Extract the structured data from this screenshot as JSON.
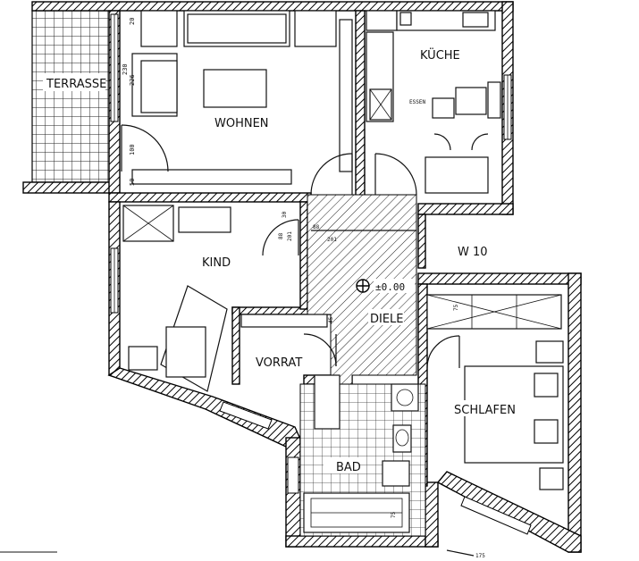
{
  "plan": {
    "apartment_label": "W 10",
    "level_label": "±0.00",
    "rooms": {
      "terrasse": "TERRASSE",
      "wohnen": "WOHNEN",
      "kuche": "KÜCHE",
      "kind": "KIND",
      "diele": "DIELE",
      "vorrat": "VORRAT",
      "schlafen": "SCHLAFEN",
      "bad": "BAD"
    },
    "annotations": {
      "essen": "ESSEN",
      "wohnen_230": "230",
      "wohnen_226": "226",
      "wohnen_100": "100",
      "wohnen_50": "50",
      "wohnen_20": "20",
      "door_88_201_a": "88",
      "door_88_201_b": "201",
      "door_88_201_c": "88",
      "door_88_201_d": "201",
      "diele_30": "30",
      "vorrat_45": "45",
      "schlafen_75": "75",
      "bad_75": "75",
      "north": "175"
    },
    "colors": {
      "ink": "#111111",
      "paper": "#ffffff"
    }
  }
}
